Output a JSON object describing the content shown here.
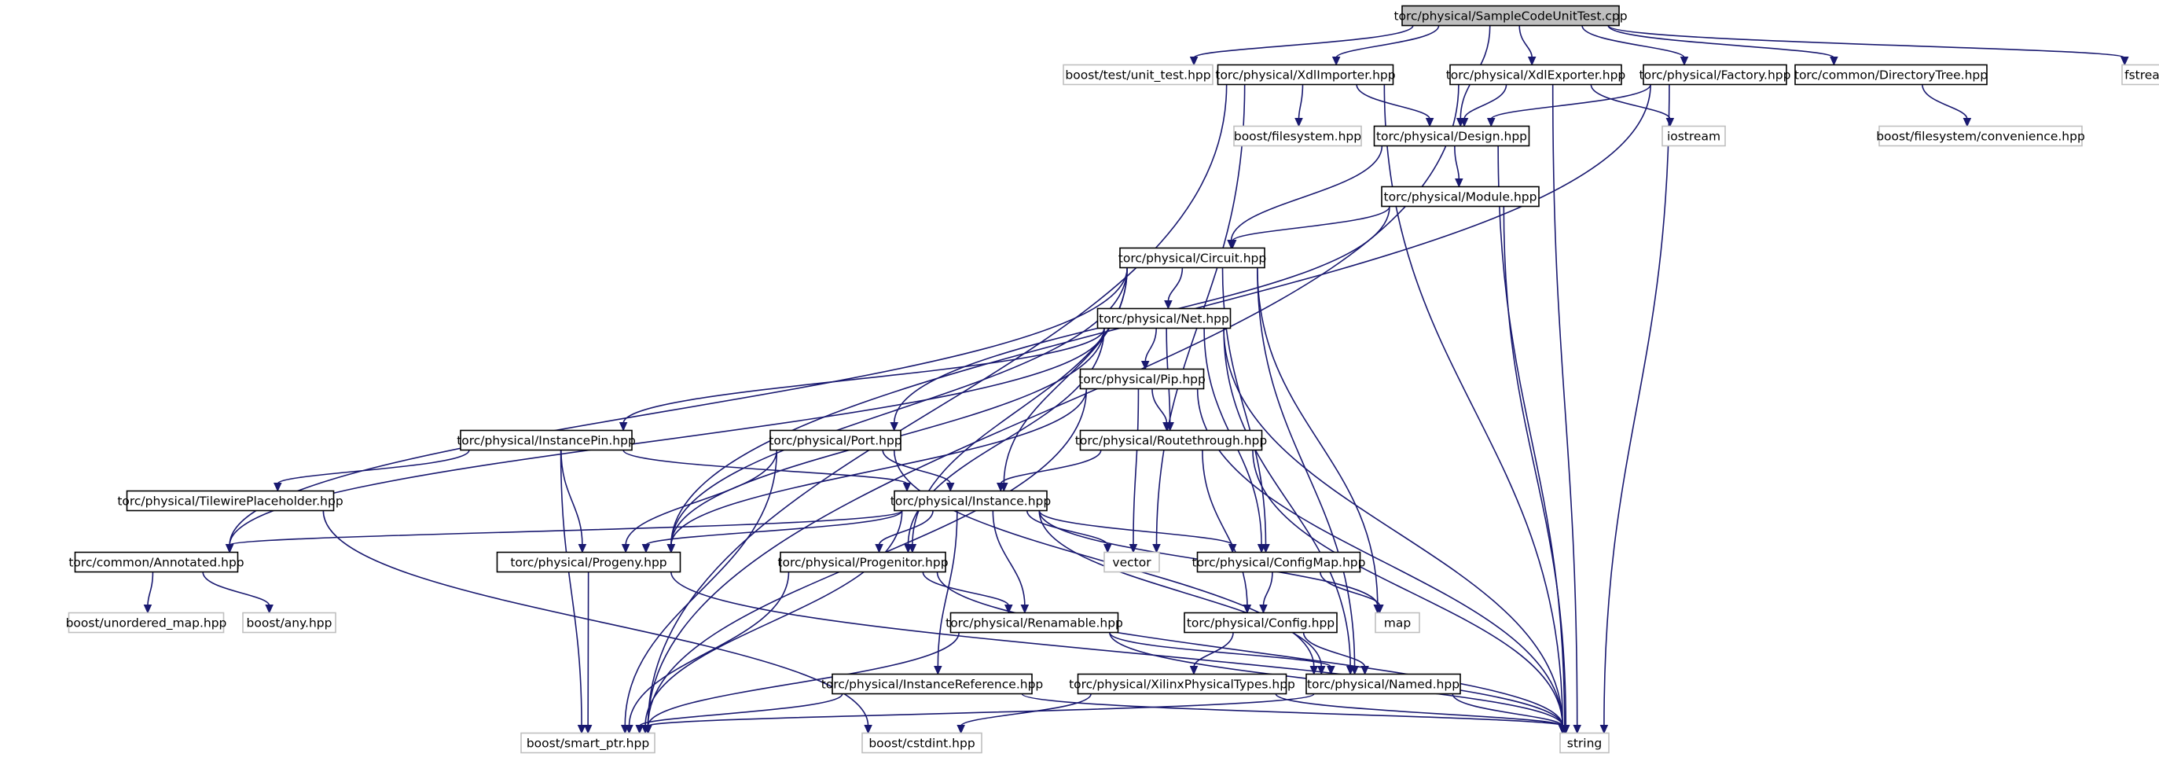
{
  "diagram": {
    "title": "torc/physical/SampleCodeUnitTest.cpp",
    "colors": {
      "edge": "#191970",
      "main_box": "#000000",
      "main_fill": "#bfbfbf",
      "external_box": "#bfbfbf",
      "internal_box": "#000000",
      "text": "#000000"
    },
    "nodes": [
      {
        "id": "root",
        "label": "torc/physical/SampleCodeUnitTest.cpp",
        "kind": "main"
      },
      {
        "id": "unit_test",
        "label": "boost/test/unit_test.hpp",
        "kind": "external"
      },
      {
        "id": "xdlimp",
        "label": "torc/physical/XdlImporter.hpp",
        "kind": "internal"
      },
      {
        "id": "xdlexp",
        "label": "torc/physical/XdlExporter.hpp",
        "kind": "internal"
      },
      {
        "id": "factory",
        "label": "torc/physical/Factory.hpp",
        "kind": "internal"
      },
      {
        "id": "dirtree",
        "label": "torc/common/DirectoryTree.hpp",
        "kind": "internal"
      },
      {
        "id": "fstream",
        "label": "fstream",
        "kind": "external"
      },
      {
        "id": "filesystem",
        "label": "boost/filesystem.hpp",
        "kind": "external"
      },
      {
        "id": "design",
        "label": "torc/physical/Design.hpp",
        "kind": "internal"
      },
      {
        "id": "iostream",
        "label": "iostream",
        "kind": "external"
      },
      {
        "id": "fsconv",
        "label": "boost/filesystem/convenience.hpp",
        "kind": "external"
      },
      {
        "id": "module",
        "label": "torc/physical/Module.hpp",
        "kind": "internal"
      },
      {
        "id": "circuit",
        "label": "torc/physical/Circuit.hpp",
        "kind": "internal"
      },
      {
        "id": "net",
        "label": "torc/physical/Net.hpp",
        "kind": "internal"
      },
      {
        "id": "pip",
        "label": "torc/physical/Pip.hpp",
        "kind": "internal"
      },
      {
        "id": "instpin",
        "label": "torc/physical/InstancePin.hpp",
        "kind": "internal"
      },
      {
        "id": "port",
        "label": "torc/physical/Port.hpp",
        "kind": "internal"
      },
      {
        "id": "routethrough",
        "label": "torc/physical/Routethrough.hpp",
        "kind": "internal"
      },
      {
        "id": "tilewire",
        "label": "torc/physical/TilewirePlaceholder.hpp",
        "kind": "internal"
      },
      {
        "id": "instance",
        "label": "torc/physical/Instance.hpp",
        "kind": "internal"
      },
      {
        "id": "annotated",
        "label": "torc/common/Annotated.hpp",
        "kind": "internal"
      },
      {
        "id": "progeny",
        "label": "torc/physical/Progeny.hpp",
        "kind": "internal"
      },
      {
        "id": "progenitor",
        "label": "torc/physical/Progenitor.hpp",
        "kind": "internal"
      },
      {
        "id": "vector",
        "label": "vector",
        "kind": "external"
      },
      {
        "id": "configmap",
        "label": "torc/physical/ConfigMap.hpp",
        "kind": "internal"
      },
      {
        "id": "unordered_map",
        "label": "boost/unordered_map.hpp",
        "kind": "external"
      },
      {
        "id": "any",
        "label": "boost/any.hpp",
        "kind": "external"
      },
      {
        "id": "renamable",
        "label": "torc/physical/Renamable.hpp",
        "kind": "internal"
      },
      {
        "id": "map",
        "label": "map",
        "kind": "external"
      },
      {
        "id": "config",
        "label": "torc/physical/Config.hpp",
        "kind": "internal"
      },
      {
        "id": "instref",
        "label": "torc/physical/InstanceReference.hpp",
        "kind": "internal"
      },
      {
        "id": "xilinxtypes",
        "label": "torc/physical/XilinxPhysicalTypes.hpp",
        "kind": "internal"
      },
      {
        "id": "named",
        "label": "torc/physical/Named.hpp",
        "kind": "internal"
      },
      {
        "id": "smart_ptr",
        "label": "boost/smart_ptr.hpp",
        "kind": "external"
      },
      {
        "id": "cstdint",
        "label": "boost/cstdint.hpp",
        "kind": "external"
      },
      {
        "id": "string",
        "label": "string",
        "kind": "external"
      }
    ],
    "edges": [
      [
        "root",
        "unit_test"
      ],
      [
        "root",
        "xdlimp"
      ],
      [
        "root",
        "design"
      ],
      [
        "root",
        "xdlexp"
      ],
      [
        "root",
        "factory"
      ],
      [
        "root",
        "dirtree"
      ],
      [
        "root",
        "fstream"
      ],
      [
        "xdlimp",
        "smart_ptr"
      ],
      [
        "xdlimp",
        "filesystem"
      ],
      [
        "xdlimp",
        "design"
      ],
      [
        "xdlimp",
        "vector"
      ],
      [
        "xdlimp",
        "string"
      ],
      [
        "xdlexp",
        "design"
      ],
      [
        "xdlexp",
        "iostream"
      ],
      [
        "xdlexp",
        "smart_ptr"
      ],
      [
        "xdlexp",
        "string"
      ],
      [
        "factory",
        "design"
      ],
      [
        "factory",
        "progeny"
      ],
      [
        "factory",
        "string"
      ],
      [
        "dirtree",
        "fsconv"
      ],
      [
        "design",
        "circuit"
      ],
      [
        "design",
        "module"
      ],
      [
        "design",
        "string"
      ],
      [
        "module",
        "circuit"
      ],
      [
        "module",
        "port"
      ],
      [
        "module",
        "string"
      ],
      [
        "circuit",
        "net"
      ],
      [
        "circuit",
        "instance"
      ],
      [
        "circuit",
        "annotated"
      ],
      [
        "circuit",
        "progeny"
      ],
      [
        "circuit",
        "progenitor"
      ],
      [
        "circuit",
        "configmap"
      ],
      [
        "circuit",
        "map"
      ],
      [
        "circuit",
        "named"
      ],
      [
        "net",
        "pip"
      ],
      [
        "net",
        "instpin"
      ],
      [
        "net",
        "routethrough"
      ],
      [
        "net",
        "annotated"
      ],
      [
        "net",
        "progeny"
      ],
      [
        "net",
        "progenitor"
      ],
      [
        "net",
        "configmap"
      ],
      [
        "net",
        "named"
      ],
      [
        "net",
        "string"
      ],
      [
        "pip",
        "routethrough"
      ],
      [
        "pip",
        "progeny"
      ],
      [
        "pip",
        "vector"
      ],
      [
        "pip",
        "smart_ptr"
      ],
      [
        "pip",
        "string"
      ],
      [
        "instpin",
        "tilewire"
      ],
      [
        "instpin",
        "instance"
      ],
      [
        "instpin",
        "progeny"
      ],
      [
        "instpin",
        "smart_ptr"
      ],
      [
        "port",
        "instance"
      ],
      [
        "port",
        "progeny"
      ],
      [
        "port",
        "smart_ptr"
      ],
      [
        "port",
        "named"
      ],
      [
        "routethrough",
        "instance"
      ],
      [
        "routethrough",
        "config"
      ],
      [
        "routethrough",
        "string"
      ],
      [
        "tilewire",
        "cstdint"
      ],
      [
        "instance",
        "annotated"
      ],
      [
        "instance",
        "progeny"
      ],
      [
        "instance",
        "progenitor"
      ],
      [
        "instance",
        "vector"
      ],
      [
        "instance",
        "configmap"
      ],
      [
        "instance",
        "renamable"
      ],
      [
        "instance",
        "instref"
      ],
      [
        "instance",
        "map"
      ],
      [
        "instance",
        "named"
      ],
      [
        "instance",
        "smart_ptr"
      ],
      [
        "annotated",
        "unordered_map"
      ],
      [
        "annotated",
        "any"
      ],
      [
        "progeny",
        "smart_ptr"
      ],
      [
        "progeny",
        "string"
      ],
      [
        "progenitor",
        "renamable"
      ],
      [
        "progenitor",
        "smart_ptr"
      ],
      [
        "progenitor",
        "string"
      ],
      [
        "configmap",
        "config"
      ],
      [
        "configmap",
        "map"
      ],
      [
        "renamable",
        "named"
      ],
      [
        "renamable",
        "smart_ptr"
      ],
      [
        "renamable",
        "string"
      ],
      [
        "config",
        "xilinxtypes"
      ],
      [
        "config",
        "named"
      ],
      [
        "instref",
        "smart_ptr"
      ],
      [
        "instref",
        "string"
      ],
      [
        "xilinxtypes",
        "cstdint"
      ],
      [
        "xilinxtypes",
        "string"
      ],
      [
        "named",
        "smart_ptr"
      ],
      [
        "named",
        "string"
      ]
    ]
  }
}
